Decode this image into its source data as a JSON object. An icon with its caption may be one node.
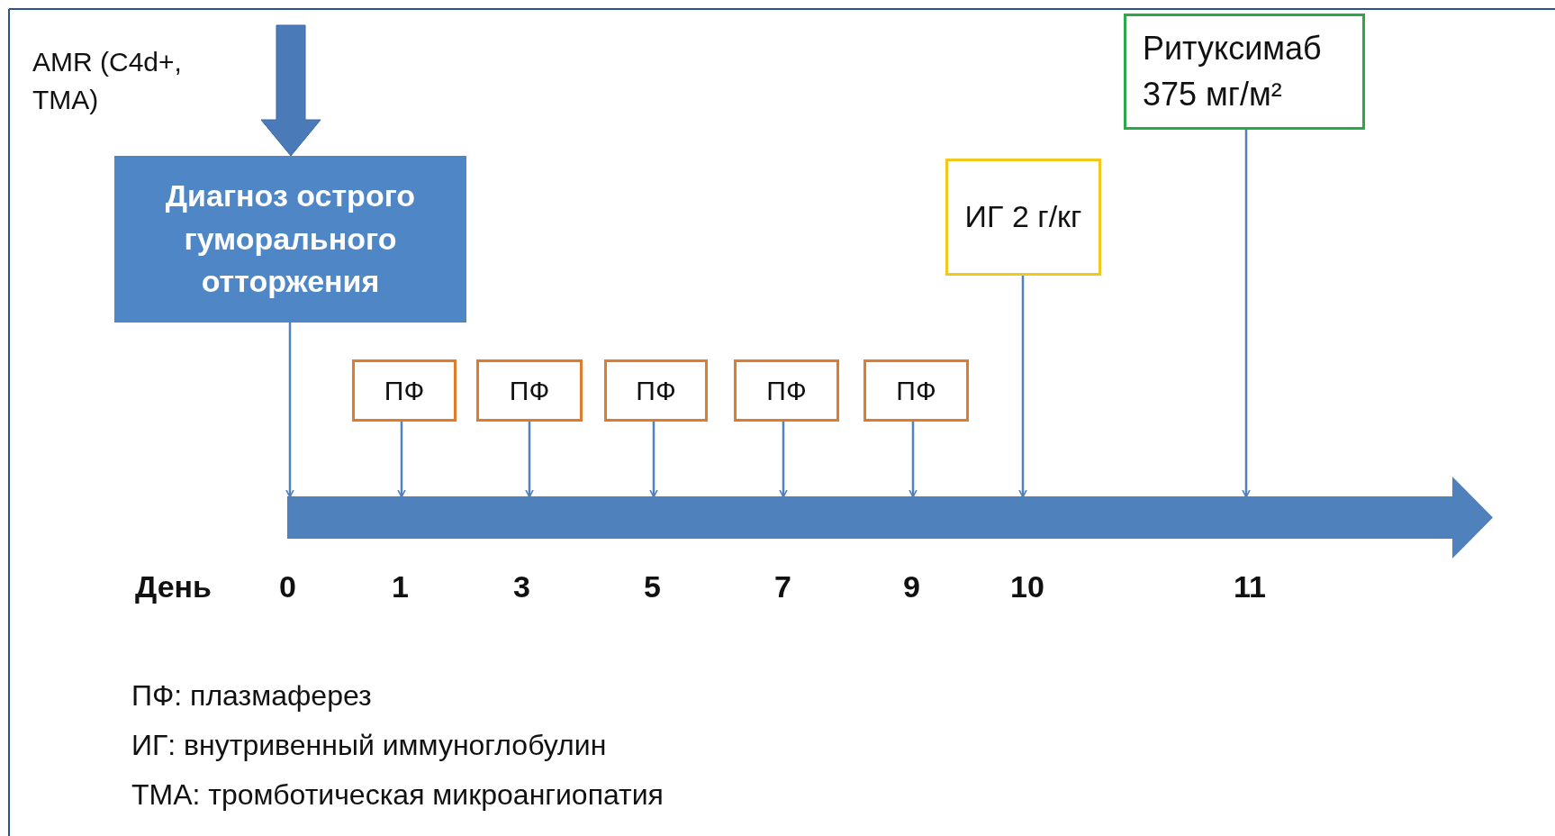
{
  "diagram": {
    "nodes": [
      {
        "text": [
          "Диагноз острого гуморального отторжения"
        ]
      },
      {
        "text": [
          "ПФ"
        ]
      },
      {
        "text": [
          "ПФ"
        ]
      },
      {
        "text": [
          "ПФ"
        ]
      },
      {
        "text": [
          "ПФ"
        ]
      },
      {
        "text": [
          "ПФ"
        ]
      },
      {
        "text": [
          "ИГ 2 г/кг"
        ]
      },
      {
        "text": [
          "Ритуксимаб 375 мг/м²"
        ]
      },
      {
        "text": [],
        "shape": "bar"
      }
    ],
    "edges": [
      {
        "from": null,
        "to": 0,
        "arrow": "to",
        "style": "thick"
      },
      {
        "from": 0,
        "to": 8,
        "arrow": "to"
      },
      {
        "from": 1,
        "to": 8,
        "arrow": "to"
      },
      {
        "from": 2,
        "to": 8,
        "arrow": "to"
      },
      {
        "from": 3,
        "to": 8,
        "arrow": "to"
      },
      {
        "from": 4,
        "to": 8,
        "arrow": "to"
      },
      {
        "from": 5,
        "to": 8,
        "arrow": "to"
      },
      {
        "from": 6,
        "to": 8,
        "arrow": "to"
      },
      {
        "from": 7,
        "to": 8,
        "arrow": "to"
      }
    ],
    "labels": [
      "AMR (C4d+, TMA)",
      "День",
      "0",
      "1",
      "3",
      "5",
      "7",
      "9",
      "10",
      "11",
      "ПФ: плазмаферез",
      "ИГ: внутривенный иммуноглобулин",
      "ТМА: тромботическая микроангиопатия"
    ]
  }
}
